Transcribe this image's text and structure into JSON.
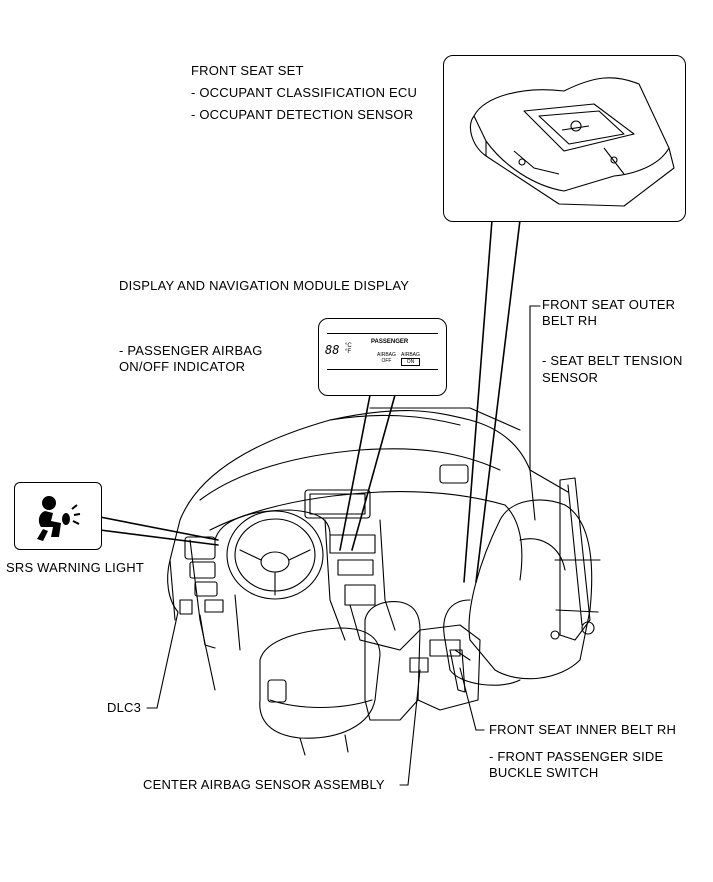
{
  "labels": {
    "front_seat_set": "FRONT SEAT SET",
    "occupant_ecu": "- OCCUPANT CLASSIFICATION ECU",
    "occupant_sensor": "- OCCUPANT DETECTION SENSOR",
    "display_nav": "DISPLAY AND NAVIGATION MODULE DISPLAY",
    "passenger_airbag_1": "- PASSENGER AIRBAG",
    "passenger_airbag_2": "ON/OFF INDICATOR",
    "outer_belt_1": "FRONT SEAT OUTER",
    "outer_belt_2": "BELT RH",
    "tension_sensor_1": "- SEAT BELT TENSION",
    "tension_sensor_2": "SENSOR",
    "srs_warning": "SRS WARNING LIGHT",
    "dlc3": "DLC3",
    "inner_belt": "FRONT SEAT INNER BELT RH",
    "buckle_switch_1": "- FRONT PASSENGER SIDE",
    "buckle_switch_2": "BUCKLE SWITCH",
    "center_airbag": "CENTER AIRBAG SENSOR ASSEMBLY"
  },
  "display_panel": {
    "title": "PASSENGER",
    "temp_digits": "88",
    "temp_units_c": "°C",
    "temp_units_f": "°F",
    "airbag_off_label": "AIRBAG",
    "off_text": "OFF",
    "airbag_on_label": "AIRBAG",
    "on_text": "ON"
  },
  "icons": {
    "srs_icon": "seated-person-airbag-icon",
    "seat_icon": "front-seat-cushion-icon"
  }
}
